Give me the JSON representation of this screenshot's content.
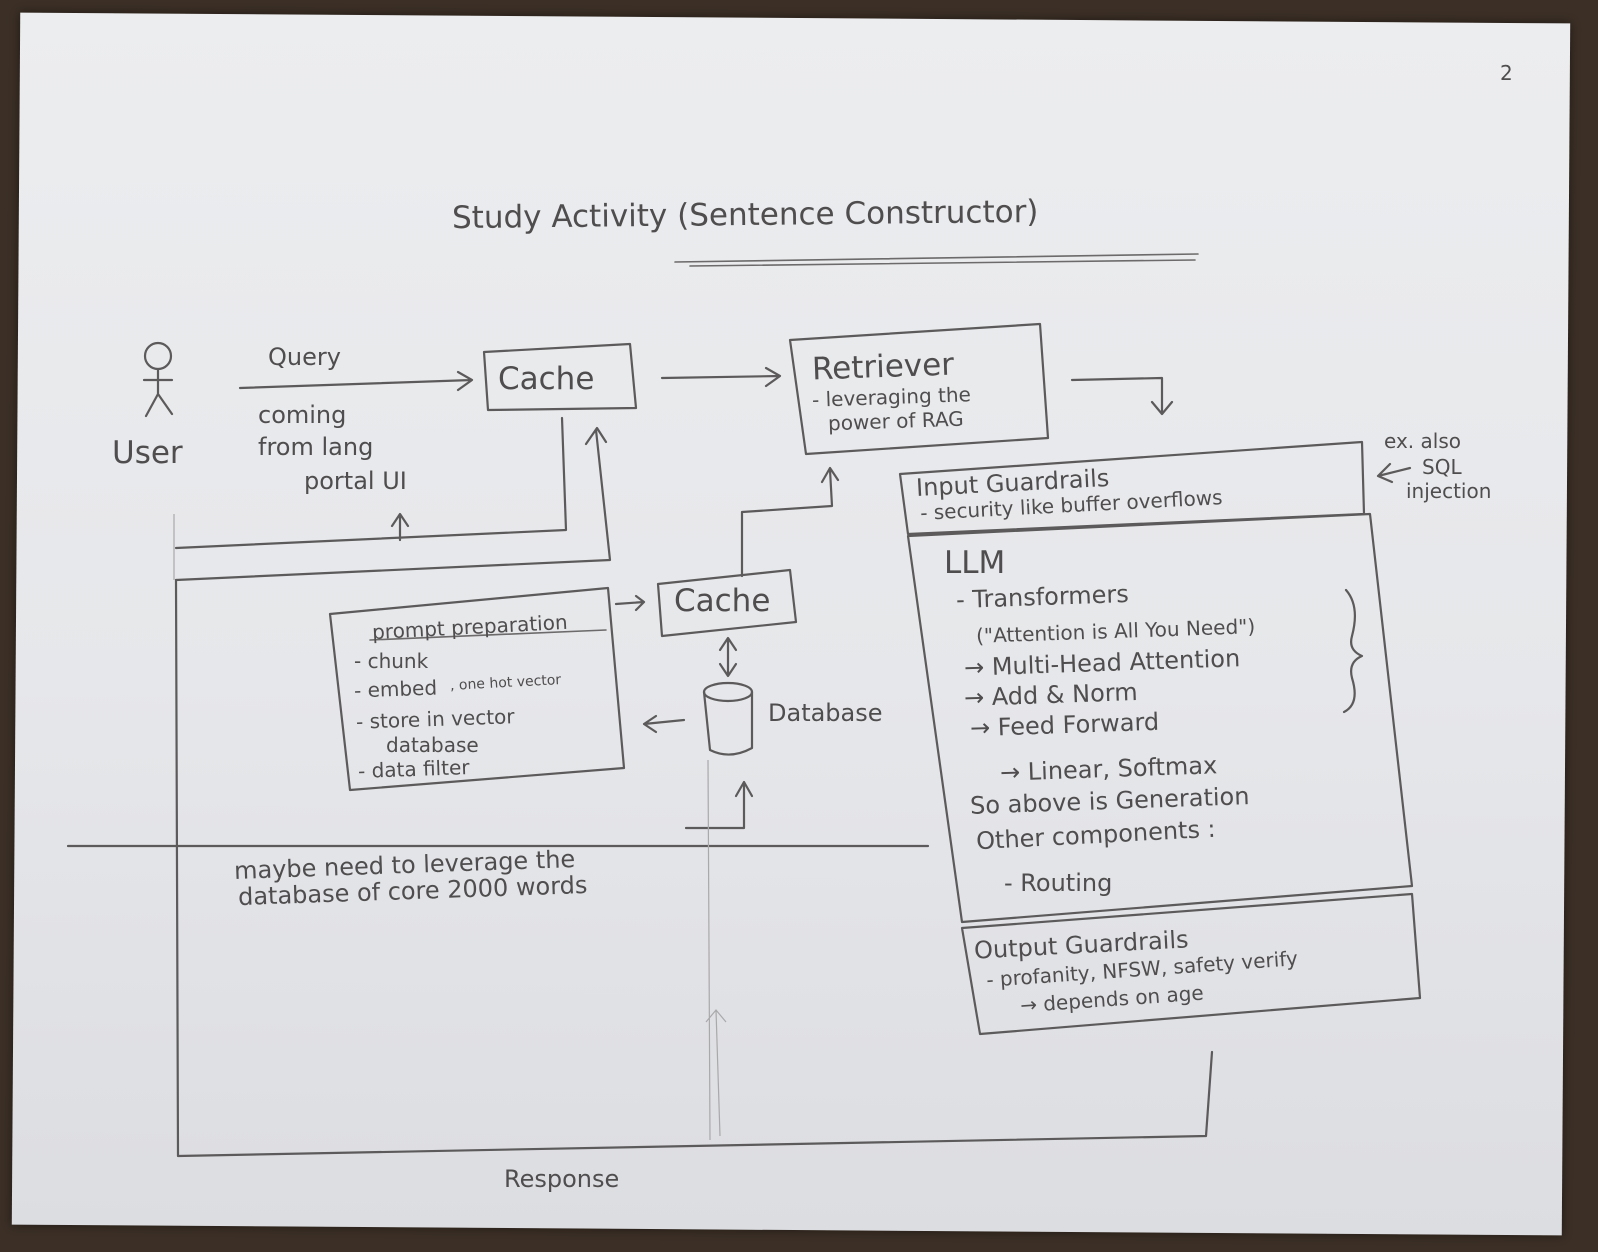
{
  "page_number": "2",
  "title": "Study Activity (Sentence Constructor)",
  "user": {
    "label": "User",
    "query_label": "Query",
    "query_note": [
      "coming",
      "from lang",
      "portal UI"
    ]
  },
  "cache_top": {
    "label": "Cache"
  },
  "retriever": {
    "title": "Retriever",
    "note": [
      "- leveraging the",
      "power of RAG"
    ]
  },
  "input_guardrails": {
    "title": "Input Guardrails",
    "note": "- security like buffer overflows",
    "side_note": [
      "ex. also",
      "SQL",
      "injection"
    ]
  },
  "llm": {
    "title": "LLM",
    "lines": [
      "- Transformers",
      "(\"Attention is All You Need\")",
      "→ Multi-Head Attention",
      "→ Add & Norm",
      "→ Feed Forward",
      "→ Linear, Softmax",
      "So above is Generation",
      "Other components :",
      "- Routing"
    ]
  },
  "output_guardrails": {
    "title": "Output Guardrails",
    "lines": [
      "- profanity, NFSW, safety verify",
      "→ depends on age"
    ]
  },
  "prompt_prep": {
    "title": "prompt preparation",
    "items": [
      "- chunk",
      "- embed",
      "- store in vector",
      "database",
      "- data filter"
    ],
    "embed_note": ", one hot vector"
  },
  "cache_mid": {
    "label": "Cache"
  },
  "database": {
    "label": "Database"
  },
  "database_note": [
    "maybe need to leverage the",
    "database of core 2000 words"
  ],
  "response_label": "Response"
}
